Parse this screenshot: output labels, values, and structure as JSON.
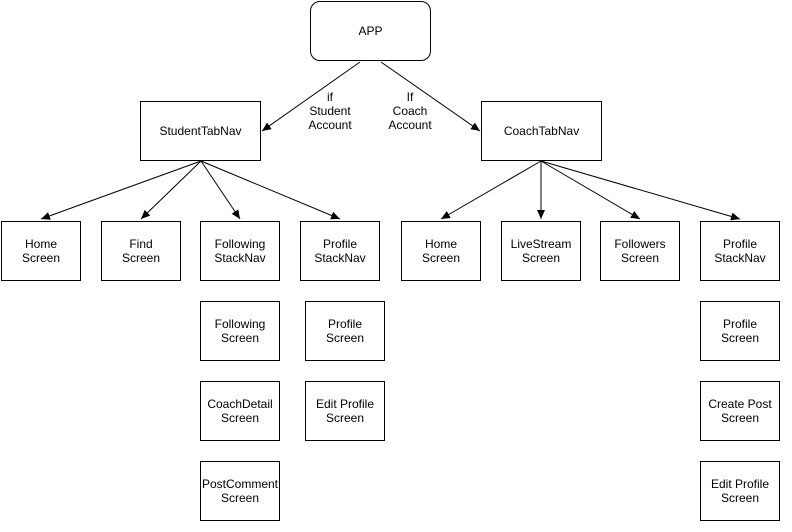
{
  "nodes": {
    "app": "APP",
    "student_tab_nav": "StudentTabNav",
    "coach_tab_nav": "CoachTabNav",
    "student_home": "Home\nScreen",
    "student_find": "Find\nScreen",
    "student_following_stack": "Following\nStackNav",
    "student_profile_stack": "Profile\nStackNav",
    "student_following_screen": "Following\nScreen",
    "student_coach_detail": "CoachDetail\nScreen",
    "student_post_comment": "PostComment\nScreen",
    "student_profile_screen": "Profile\nScreen",
    "student_edit_profile": "Edit Profile\nScreen",
    "coach_home": "Home\nScreen",
    "coach_livestream": "LiveStream\nScreen",
    "coach_followers": "Followers\nScreen",
    "coach_profile_stack": "Profile\nStackNav",
    "coach_profile_screen": "Profile\nScreen",
    "coach_create_post": "Create Post\nScreen",
    "coach_edit_profile": "Edit Profile\nScreen"
  },
  "edge_labels": {
    "student": "if\nStudent\nAccount",
    "coach": "If\nCoach\nAccount"
  },
  "colors": {
    "stroke": "#000000",
    "fill": "#ffffff"
  }
}
